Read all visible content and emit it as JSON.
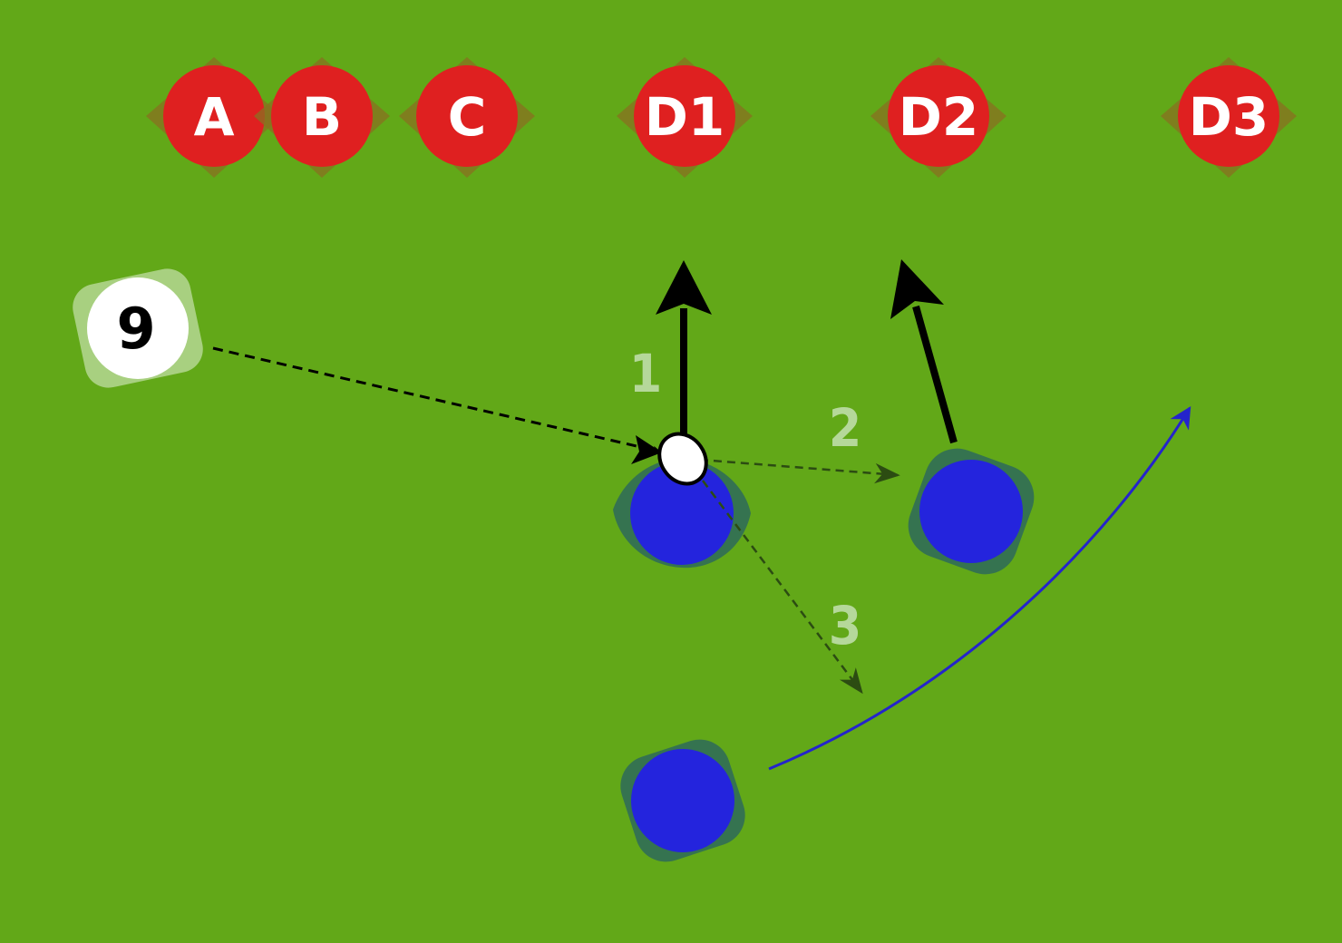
{
  "colors": {
    "pitch": "#62a818",
    "defender": "#df2020",
    "attacker": "#2424dd",
    "scrum_half": "#ffffff",
    "main_line": "#000000",
    "option_line": "#2c4c12",
    "support_line": "#2424cc",
    "number_text": "#b5d89a"
  },
  "defenders": [
    {
      "id": "a",
      "label": "A"
    },
    {
      "id": "b",
      "label": "B"
    },
    {
      "id": "c",
      "label": "C"
    },
    {
      "id": "d1",
      "label": "D1"
    },
    {
      "id": "d2",
      "label": "D2"
    },
    {
      "id": "d3",
      "label": "D3"
    }
  ],
  "scrum_half": {
    "label": "9"
  },
  "attackers": [
    {
      "id": "first-receiver"
    },
    {
      "id": "outside-runner"
    },
    {
      "id": "looping-runner"
    }
  ],
  "option_numbers": [
    "1",
    "2",
    "3"
  ],
  "icons": {
    "ball": "rugby-ball-icon",
    "arrow": "arrowhead-icon"
  }
}
